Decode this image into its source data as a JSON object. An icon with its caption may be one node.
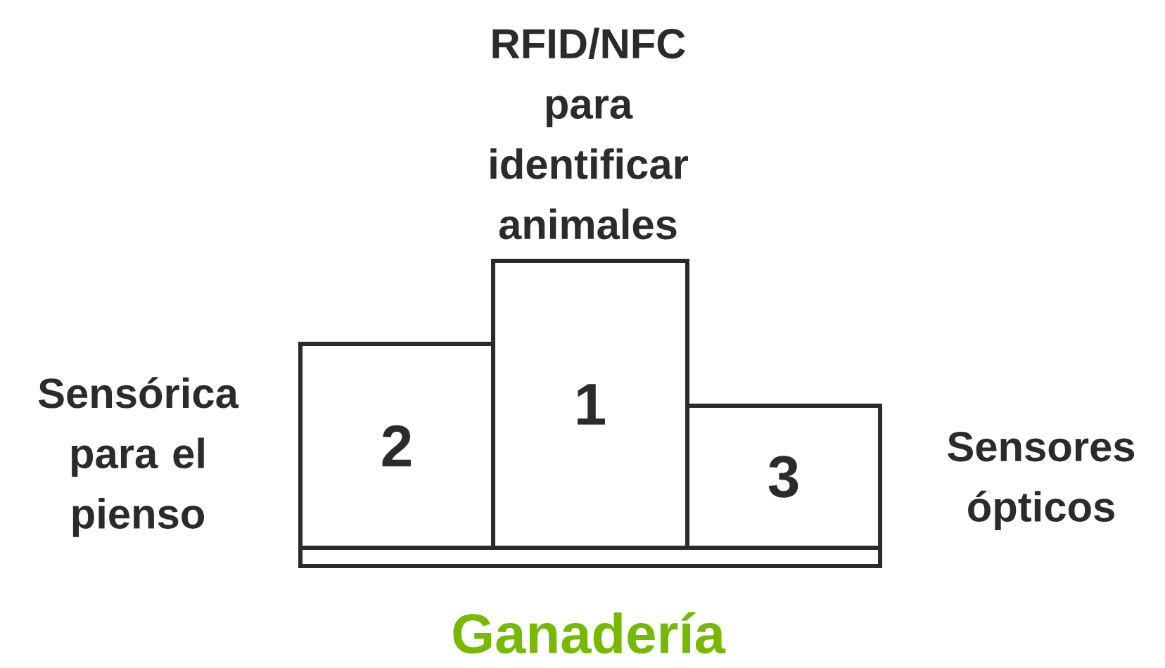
{
  "diagram": {
    "title": "Ganadería",
    "nodes": [
      {
        "text": [
          "2"
        ],
        "beside": [
          "Sensórica para el pienso"
        ]
      },
      {
        "text": [
          "1"
        ],
        "beside": [
          "RFID/NFC para identificar animales"
        ]
      },
      {
        "text": [
          "3"
        ],
        "beside": [
          "Sensores ópticos"
        ]
      },
      {
        "text": [],
        "shape": "bar"
      }
    ],
    "edges": []
  }
}
